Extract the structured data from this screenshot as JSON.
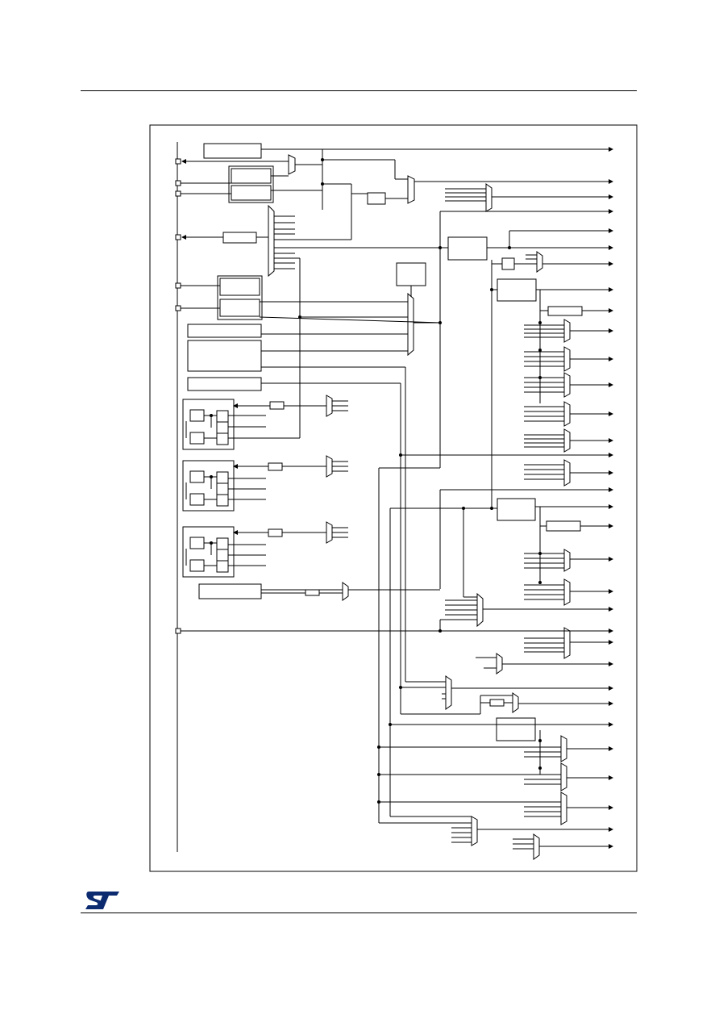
{
  "page": {
    "header_text": "",
    "footer_text": ""
  },
  "logo": {
    "company": "ST",
    "color": "#0b2a6f"
  },
  "diagram": {
    "description_text": "",
    "colors": {
      "line": "#000000",
      "background": "#ffffff"
    },
    "icons": {
      "junction": "dot",
      "pin": "square",
      "output": "arrow-head",
      "mux": "trapezoid"
    }
  }
}
